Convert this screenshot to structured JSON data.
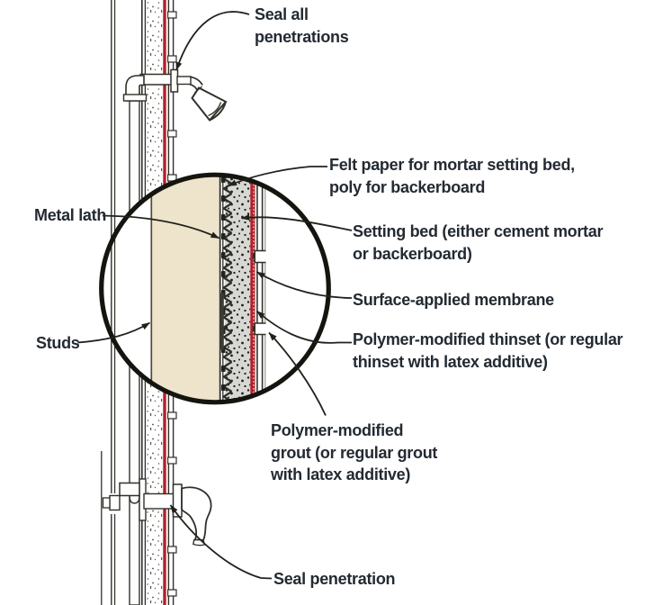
{
  "diagram": {
    "labels": {
      "seal_all_penetrations": {
        "lines": [
          "Seal all",
          "penetrations"
        ]
      },
      "felt_paper": {
        "lines": [
          "Felt paper for mortar setting bed,",
          "poly for backerboard"
        ]
      },
      "metal_lath": {
        "lines": [
          "Metal lath"
        ]
      },
      "setting_bed": {
        "lines": [
          "Setting bed (either cement mortar",
          "or backerboard)"
        ]
      },
      "surface_membrane": {
        "lines": [
          "Surface-applied membrane"
        ]
      },
      "studs": {
        "lines": [
          "Studs"
        ]
      },
      "thinset": {
        "lines": [
          "Polymer-modified thinset (or regular",
          "thinset with latex additive)"
        ]
      },
      "grout": {
        "lines": [
          "Polymer-modified",
          "grout (or regular grout",
          "with latex additive)"
        ]
      },
      "seal_penetration": {
        "lines": [
          "Seal penetration"
        ]
      }
    },
    "colors": {
      "label_text": "#232a32",
      "line_art": "#30302a",
      "membrane_red": "#b3202a",
      "stud_tan": "#eee3cb",
      "setting_bed_gray": "#d7d7d4",
      "magnifier_ring": "#15150f",
      "background": "#ffffff"
    }
  }
}
